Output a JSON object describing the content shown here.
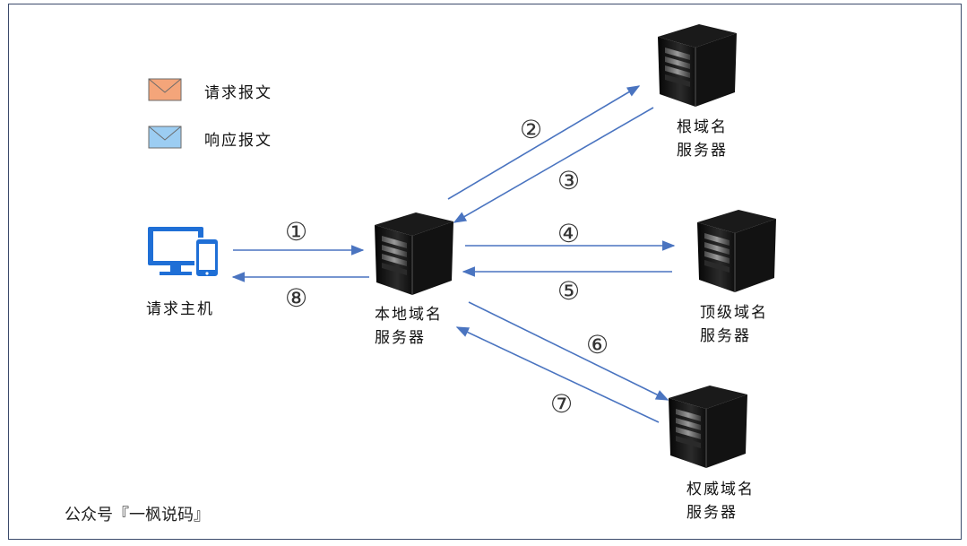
{
  "legend": {
    "request": "请求报文",
    "response": "响应报文",
    "request_color": "#f4a57a",
    "response_color": "#9ccdf2"
  },
  "nodes": {
    "client": "请求主机",
    "local_dns": [
      "本地域名",
      "服务器"
    ],
    "root_dns": [
      "根域名",
      "服务器"
    ],
    "tld_dns": [
      "顶级域名",
      "服务器"
    ],
    "auth_dns": [
      "权威域名",
      "服务器"
    ]
  },
  "steps": [
    "①",
    "②",
    "③",
    "④",
    "⑤",
    "⑥",
    "⑦",
    "⑧"
  ],
  "watermark": "公众号『一枫说码』",
  "colors": {
    "arrow": "#4a74c0",
    "device": "#1f6fd6",
    "frame": "#3b4a6b"
  }
}
